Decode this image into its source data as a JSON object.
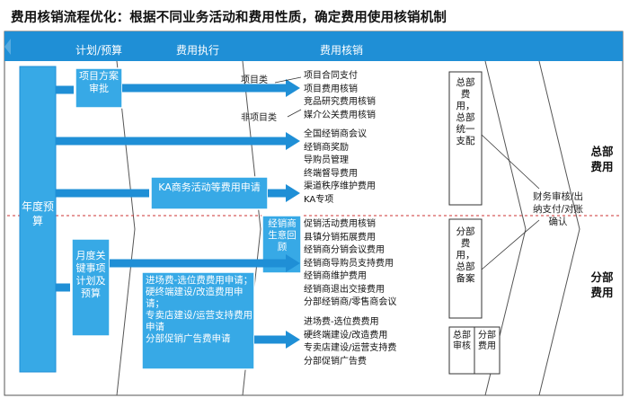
{
  "title": "费用核销流程优化：根据不同业务活动和费用性质，确定费用使用核销机制",
  "headers": {
    "plan": "计划/预算",
    "exec": "费用执行",
    "verify": "费用核销"
  },
  "left": {
    "annual_budget": "年度预算",
    "project_approval": "项目方案审批",
    "monthly_plan": "月度关键事项计划及预算"
  },
  "labels": {
    "project_type": "项目类",
    "non_project_type": "非项目类"
  },
  "ka_box": "KA商务活动等费用申请",
  "dealer_box": "经销商生意回顾",
  "sub_apply_box": [
    "进场费-选位费费用申请；",
    "硬终端建设/改造费用申请；",
    "专卖店建设/运营支持费用申请",
    "分部促销广告费申请"
  ],
  "group1": [
    "项目合同支付",
    "项目费用核销",
    "竞品研究费用核销",
    "媒介公关费用核销"
  ],
  "group2": [
    "全国经销商会议",
    "经销商奖励",
    "导购员管理",
    "终端督导费用",
    "渠道秩序维护费用",
    "KA专项"
  ],
  "group3": [
    "促销活动费用核销",
    "县镇分销拓展费用",
    "经销商分销会议费用",
    "经销商导购员支持费用",
    "经销商维护费用",
    "经销商退出交接费用",
    "分部经销商/零售商会议"
  ],
  "group4": [
    "进场费-选位费费用",
    "硬终端建设/改造费用",
    "专卖店建设/运营支持费",
    "分部促销广告费"
  ],
  "verify_boxes": {
    "hq": "总部费用，总部统一支配",
    "branch": "分部费用，总部备案",
    "branch_review": "分部费用",
    "hq_review": "总部审核"
  },
  "finance": "财务审核/出纳支付/对账确认",
  "side": {
    "hq": "总部费用",
    "branch": "分部费用"
  },
  "colors": {
    "blue": "#1f8fd6",
    "light_blue": "#37a9e6",
    "border": "#555555",
    "divider": "#cc3333"
  }
}
